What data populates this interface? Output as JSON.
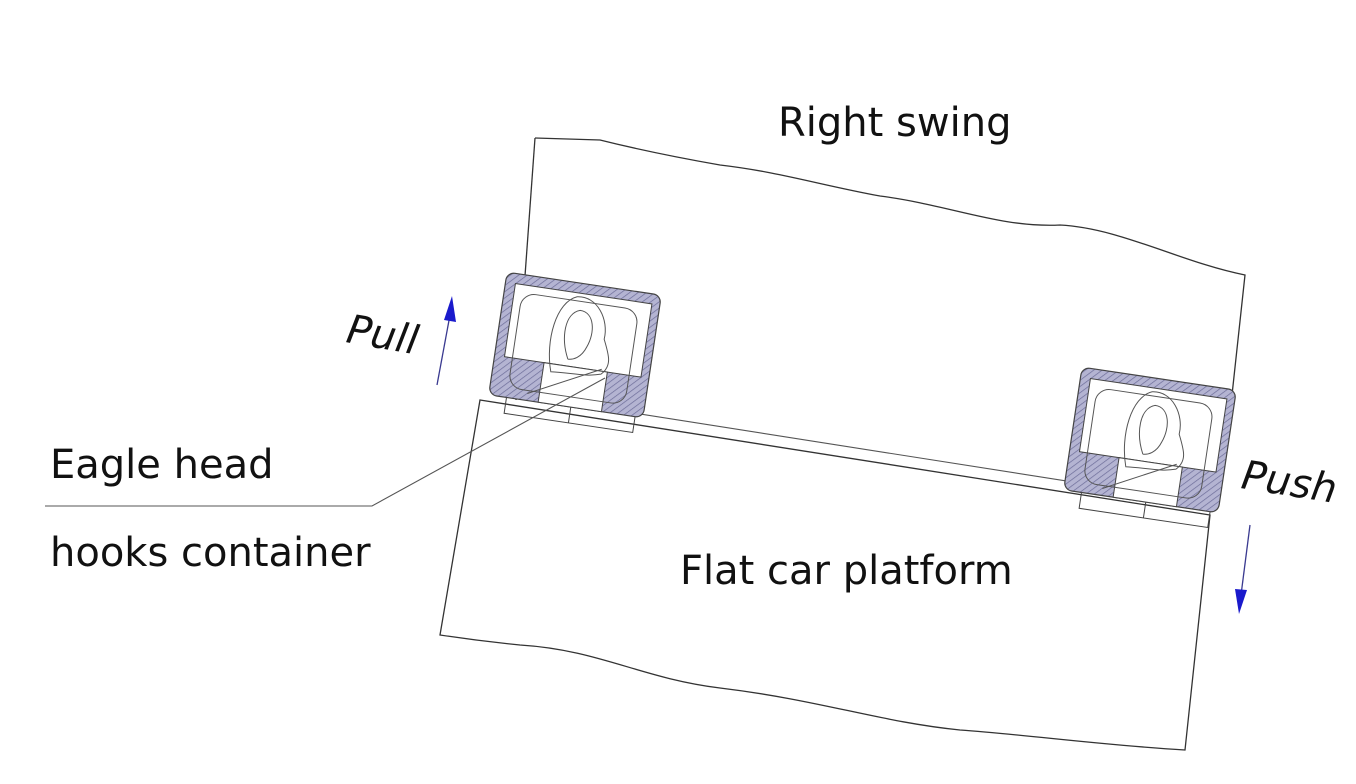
{
  "labels": {
    "right_swing": "Right swing",
    "pull": "Pull",
    "push": "Push",
    "eagle_head": "Eagle head",
    "hooks_container": "hooks container",
    "flat_car_platform": "Flat car platform"
  },
  "colors": {
    "arrow": "#1a1acc",
    "hatch": "#9a9ac0",
    "line": "#333333"
  }
}
